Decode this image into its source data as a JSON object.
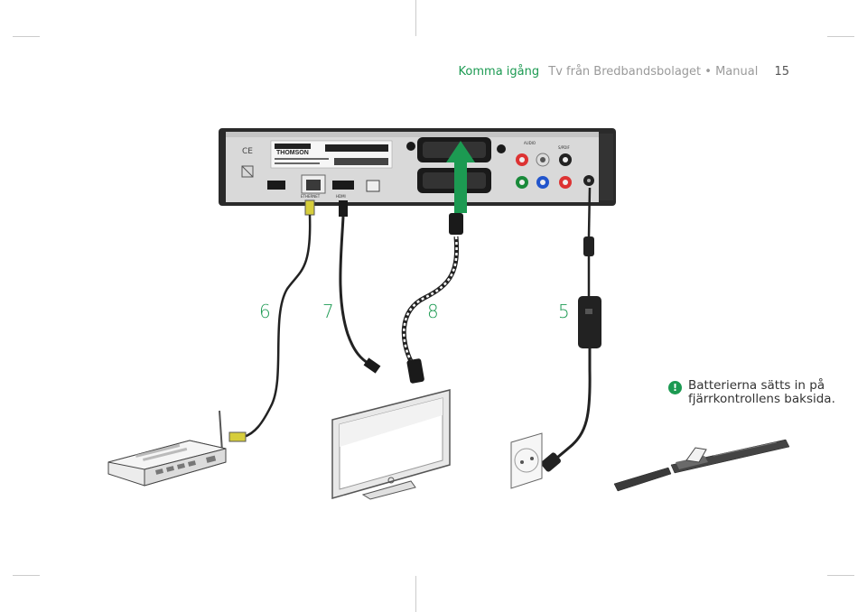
{
  "header": {
    "section": "Komma igång",
    "title": "Tv från Bredbandsbolaget • Manual",
    "page_number": "15"
  },
  "steps": [
    "6",
    "7",
    "8",
    "5"
  ],
  "box_labels": {
    "brand": "THOMSON",
    "ethernet": "ETHERNET",
    "hdmi": "HDMI",
    "audio": "AUDIO",
    "spdif": "S/PDIF"
  },
  "note": {
    "icon": "!",
    "text": "Batterierna sätts in på fjärrkontrollens baksida."
  },
  "colors": {
    "accent": "#1c9a52",
    "device_dark": "#2a2a2a",
    "device_light": "#e8e8e8",
    "ethernet_plug": "#d6cd3b"
  }
}
